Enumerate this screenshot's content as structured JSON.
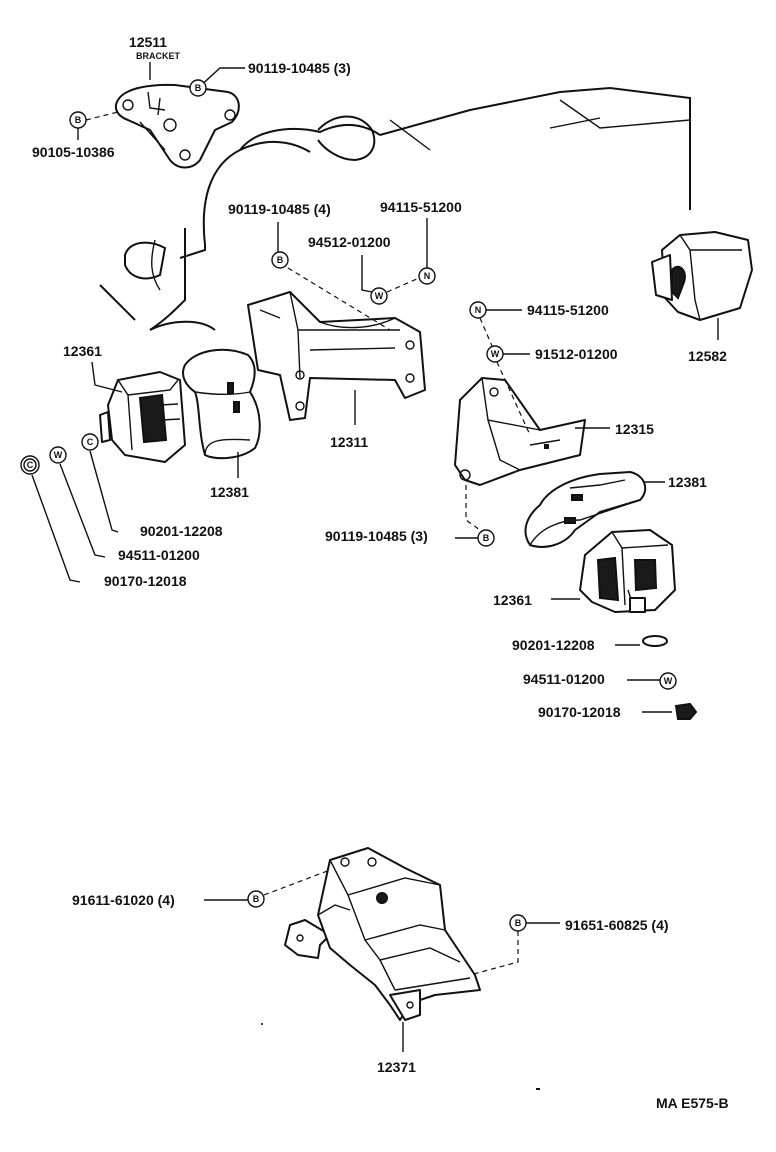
{
  "diagram_code": "MA E575-B",
  "bracket_label": "BRACKET",
  "parts": {
    "p12511": "12511",
    "p12582": "12582",
    "p12311": "12311",
    "p12315": "12315",
    "p12361_left": "12361",
    "p12381_left": "12381",
    "p12381_right": "12381",
    "p12361_right": "12361",
    "p12371": "12371"
  },
  "callouts": {
    "c1": "90119-10485 (3)",
    "c2": "90105-10386",
    "c3": "90119-10485 (4)",
    "c4": "94115-51200",
    "c5": "94512-01200",
    "c6": "94115-51200",
    "c7": "91512-01200",
    "c8": "90201-12208",
    "c9": "94511-01200",
    "c10": "90170-12018",
    "c11": "90119-10485 (3)",
    "c12": "90201-12208",
    "c13": "94511-01200",
    "c14": "90170-12018",
    "c15": "91611-61020 (4)",
    "c16": "91651-60825 (4)"
  },
  "symbols": {
    "bolt": "B",
    "nut": "N",
    "washer": "W",
    "clip": "C"
  }
}
